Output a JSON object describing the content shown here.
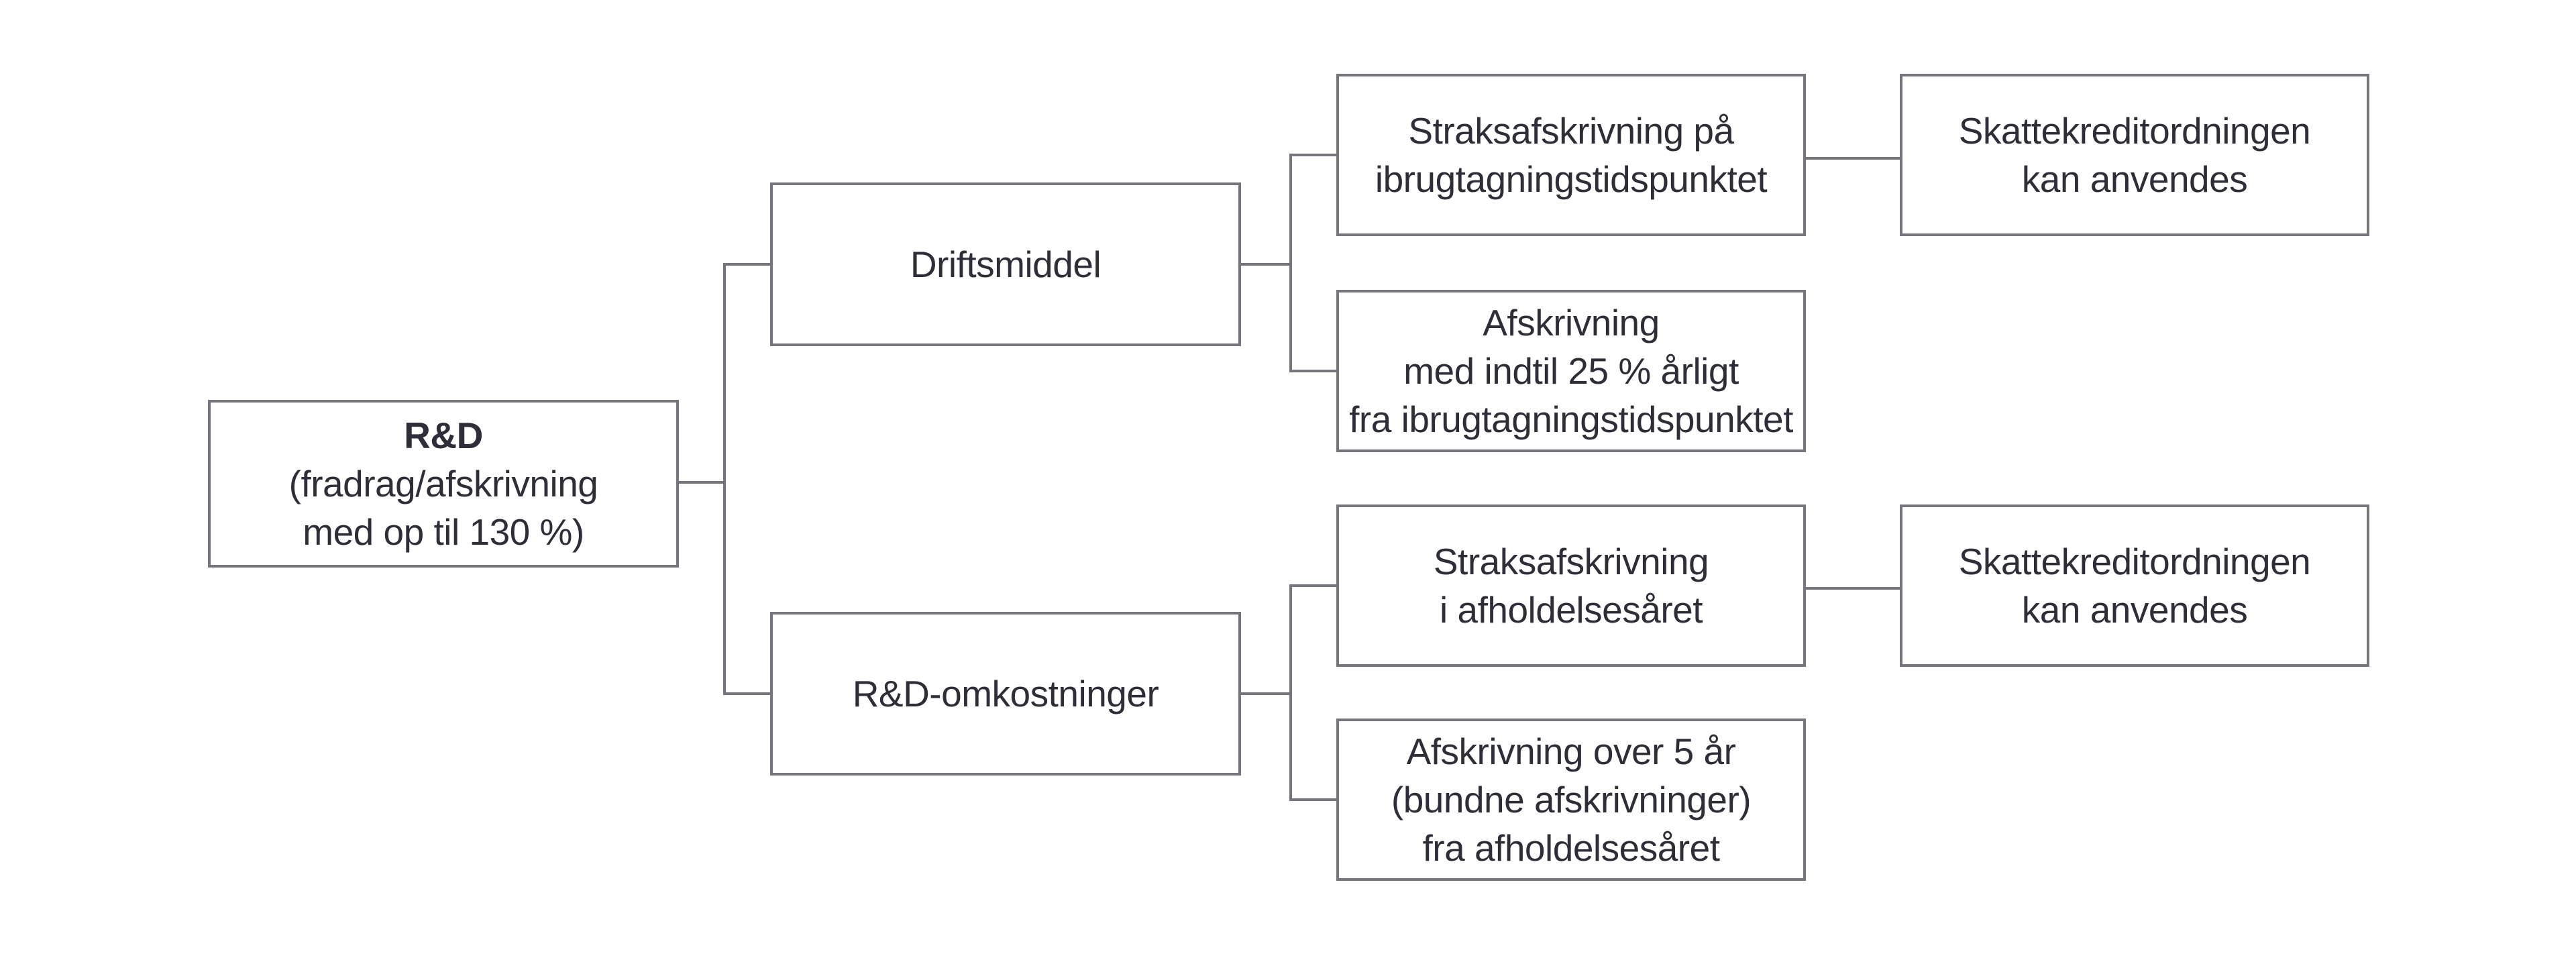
{
  "meta": {
    "background_color": "#ffffff",
    "border_color": "#75757e",
    "text_color": "#2e2e38"
  },
  "diagram": {
    "type": "flowchart-tree",
    "direction": "left-to-right",
    "nodes": [
      {
        "id": "rd-root",
        "lines": [
          "R&D",
          "(fradrag/afskrivning",
          "med op til 130 %)"
        ],
        "bold_first_line": true
      },
      {
        "id": "driftsmiddel",
        "lines": [
          "Driftsmiddel"
        ]
      },
      {
        "id": "rd-omkostninger",
        "lines": [
          "R&D-omkostninger"
        ]
      },
      {
        "id": "straksafskrivning-ibrugtagning",
        "lines": [
          "Straksafskrivning på",
          "ibrugtagningstidspunktet"
        ]
      },
      {
        "id": "afskrivning-25-pct",
        "lines": [
          "Afskrivning",
          "med indtil 25 % årligt",
          "fra ibrugtagningstidspunktet"
        ]
      },
      {
        "id": "straksafskrivning-afholdelse",
        "lines": [
          "Straksafskrivning",
          "i afholdelsesåret"
        ]
      },
      {
        "id": "afskrivning-5-aar",
        "lines": [
          "Afskrivning over 5 år",
          "(bundne afskrivninger)",
          "fra afholdelsesåret"
        ]
      },
      {
        "id": "skattekredit-top",
        "lines": [
          "Skattekreditordningen",
          "kan anvendes"
        ]
      },
      {
        "id": "skattekredit-bottom",
        "lines": [
          "Skattekreditordningen",
          "kan anvendes"
        ]
      }
    ],
    "edges": [
      {
        "from": "rd-root",
        "to": "driftsmiddel"
      },
      {
        "from": "rd-root",
        "to": "rd-omkostninger"
      },
      {
        "from": "driftsmiddel",
        "to": "straksafskrivning-ibrugtagning"
      },
      {
        "from": "driftsmiddel",
        "to": "afskrivning-25-pct"
      },
      {
        "from": "rd-omkostninger",
        "to": "straksafskrivning-afholdelse"
      },
      {
        "from": "rd-omkostninger",
        "to": "afskrivning-5-aar"
      },
      {
        "from": "straksafskrivning-ibrugtagning",
        "to": "skattekredit-top"
      },
      {
        "from": "straksafskrivning-afholdelse",
        "to": "skattekredit-bottom"
      }
    ]
  }
}
